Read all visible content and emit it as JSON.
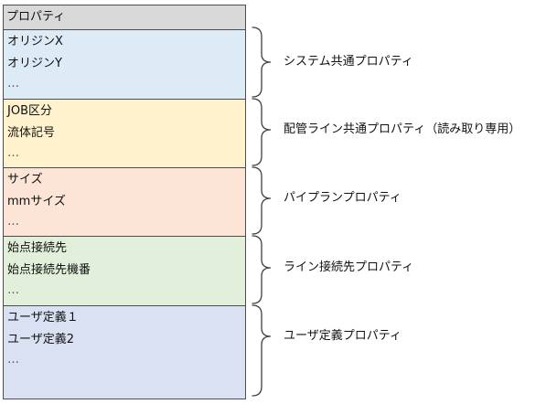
{
  "table": {
    "header": "プロパティ",
    "sections": [
      {
        "rows": [
          "オリジンX",
          "オリジンY",
          "…"
        ],
        "color": "#ddebf7"
      },
      {
        "rows": [
          "JOB区分",
          "流体記号",
          "…"
        ],
        "color": "#fff2cc"
      },
      {
        "rows": [
          "サイズ",
          "mmサイズ",
          "…"
        ],
        "color": "#fce4d6"
      },
      {
        "rows": [
          "始点接続先",
          "始点接続先機番",
          "…"
        ],
        "color": "#e2efda"
      },
      {
        "rows": [
          "ユーザ定義１",
          "ユーザ定義2",
          "…"
        ],
        "color": "#d9e1f2"
      }
    ]
  },
  "labels": [
    "システム共通プロパティ",
    "配管ライン共通プロパティ（読み取り専用）",
    "パイプランプロパティ",
    "ライン接続先プロパティ",
    "ユーザ定義プロパティ"
  ],
  "header_color": "#d9d9d9",
  "bracket_color": "#404040"
}
